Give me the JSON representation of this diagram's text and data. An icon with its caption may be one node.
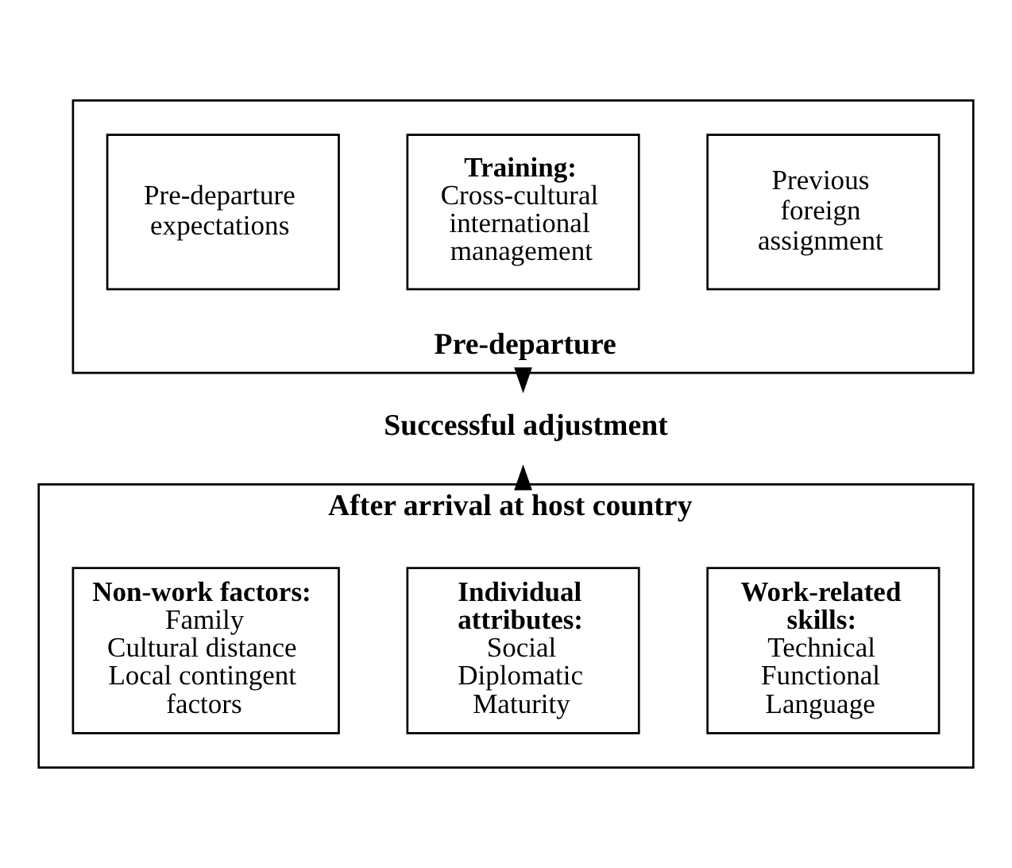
{
  "diagram": {
    "nodes": [
      {
        "text": [
          "Pre-departure"
        ]
      },
      {
        "text": [
          "Previous foreign assignment"
        ],
        "in": 0
      },
      {
        "text": [
          "Training:",
          "Cross-cultural international management"
        ],
        "in": 0
      },
      {
        "text": [
          "Pre-departure expectations"
        ],
        "in": 0
      },
      {
        "text": [
          "Successful adjustment"
        ]
      },
      {
        "text": [
          "After arrival at host country"
        ]
      },
      {
        "text": [
          "Work-related skills:",
          "Technical",
          "Functional",
          "Language"
        ],
        "in": 5
      },
      {
        "text": [
          "Individual attributes:",
          "Social",
          "Diplomatic",
          "Maturity"
        ],
        "in": 5
      },
      {
        "text": [
          "Non-work factors:",
          "Family",
          "Cultural distance",
          "Local contingent factors"
        ],
        "in": 5
      }
    ],
    "edges": [
      {
        "from": 0,
        "to": 4,
        "arrow": "to"
      },
      {
        "from": 5,
        "to": 4,
        "arrow": "to"
      }
    ]
  }
}
